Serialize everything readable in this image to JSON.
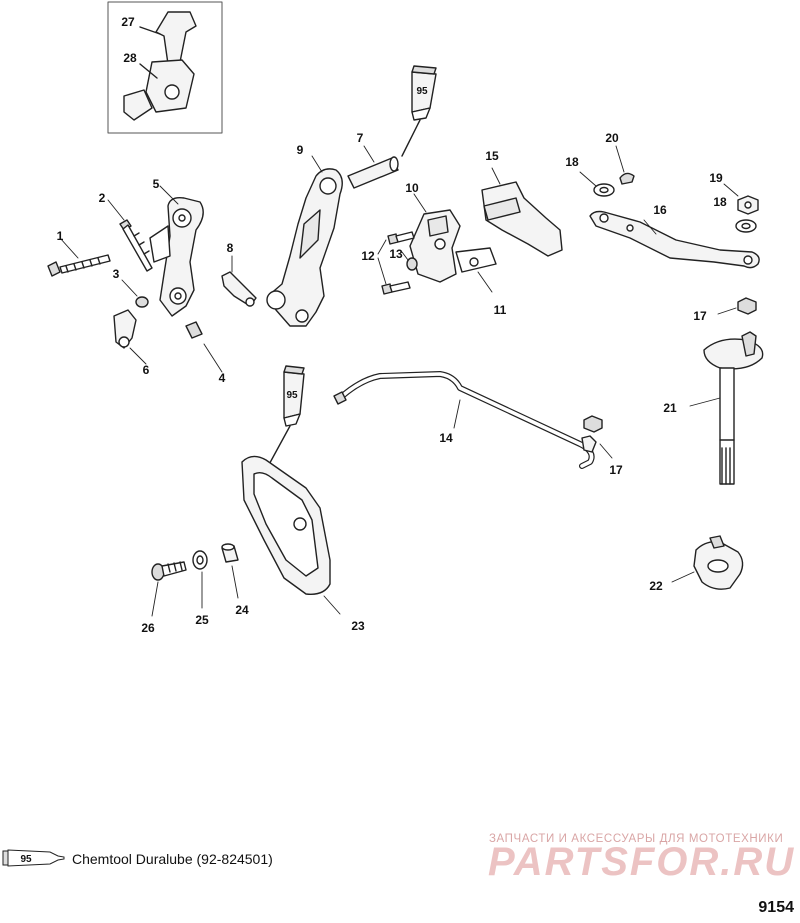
{
  "callouts": [
    "1",
    "2",
    "3",
    "4",
    "5",
    "6",
    "7",
    "8",
    "9",
    "10",
    "11",
    "12",
    "13",
    "14",
    "15",
    "16",
    "17",
    "17",
    "18",
    "18",
    "19",
    "20",
    "21",
    "22",
    "23",
    "24",
    "25",
    "26",
    "27",
    "28"
  ],
  "legend": {
    "tube_code": "95",
    "text": "Chemtool Duralube (92-824501)"
  },
  "tube_labels": [
    "95",
    "95"
  ],
  "figure_number": "9154",
  "watermark": {
    "tagline": "ЗАПЧАСТИ И АКСЕССУАРЫ ДЛЯ МОТОТЕХНИКИ",
    "brand": "PARTSFOR.RU"
  }
}
